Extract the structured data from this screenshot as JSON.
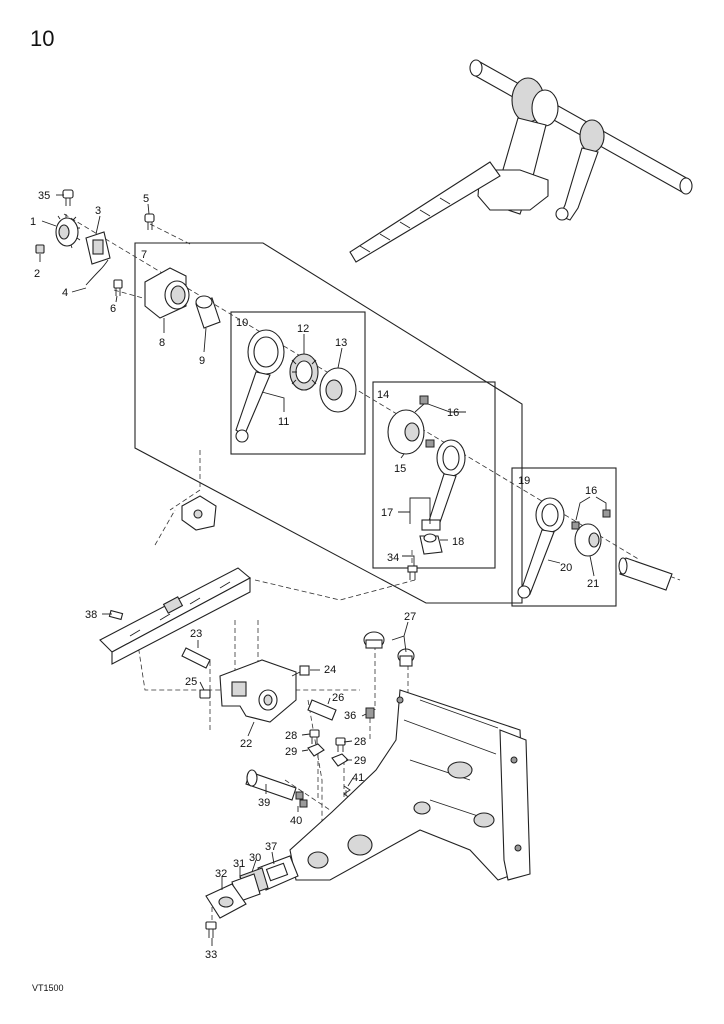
{
  "page": {
    "number": "10",
    "drawing_code": "VT1500"
  },
  "callouts": [
    "1",
    "2",
    "3",
    "4",
    "5",
    "6",
    "7",
    "8",
    "9",
    "10",
    "11",
    "12",
    "13",
    "14",
    "15",
    "16",
    "16",
    "17",
    "18",
    "19",
    "20",
    "21",
    "22",
    "23",
    "24",
    "25",
    "26",
    "27",
    "28",
    "28",
    "29",
    "29",
    "30",
    "31",
    "32",
    "33",
    "34",
    "35",
    "36",
    "37",
    "38",
    "39",
    "40",
    "41"
  ]
}
